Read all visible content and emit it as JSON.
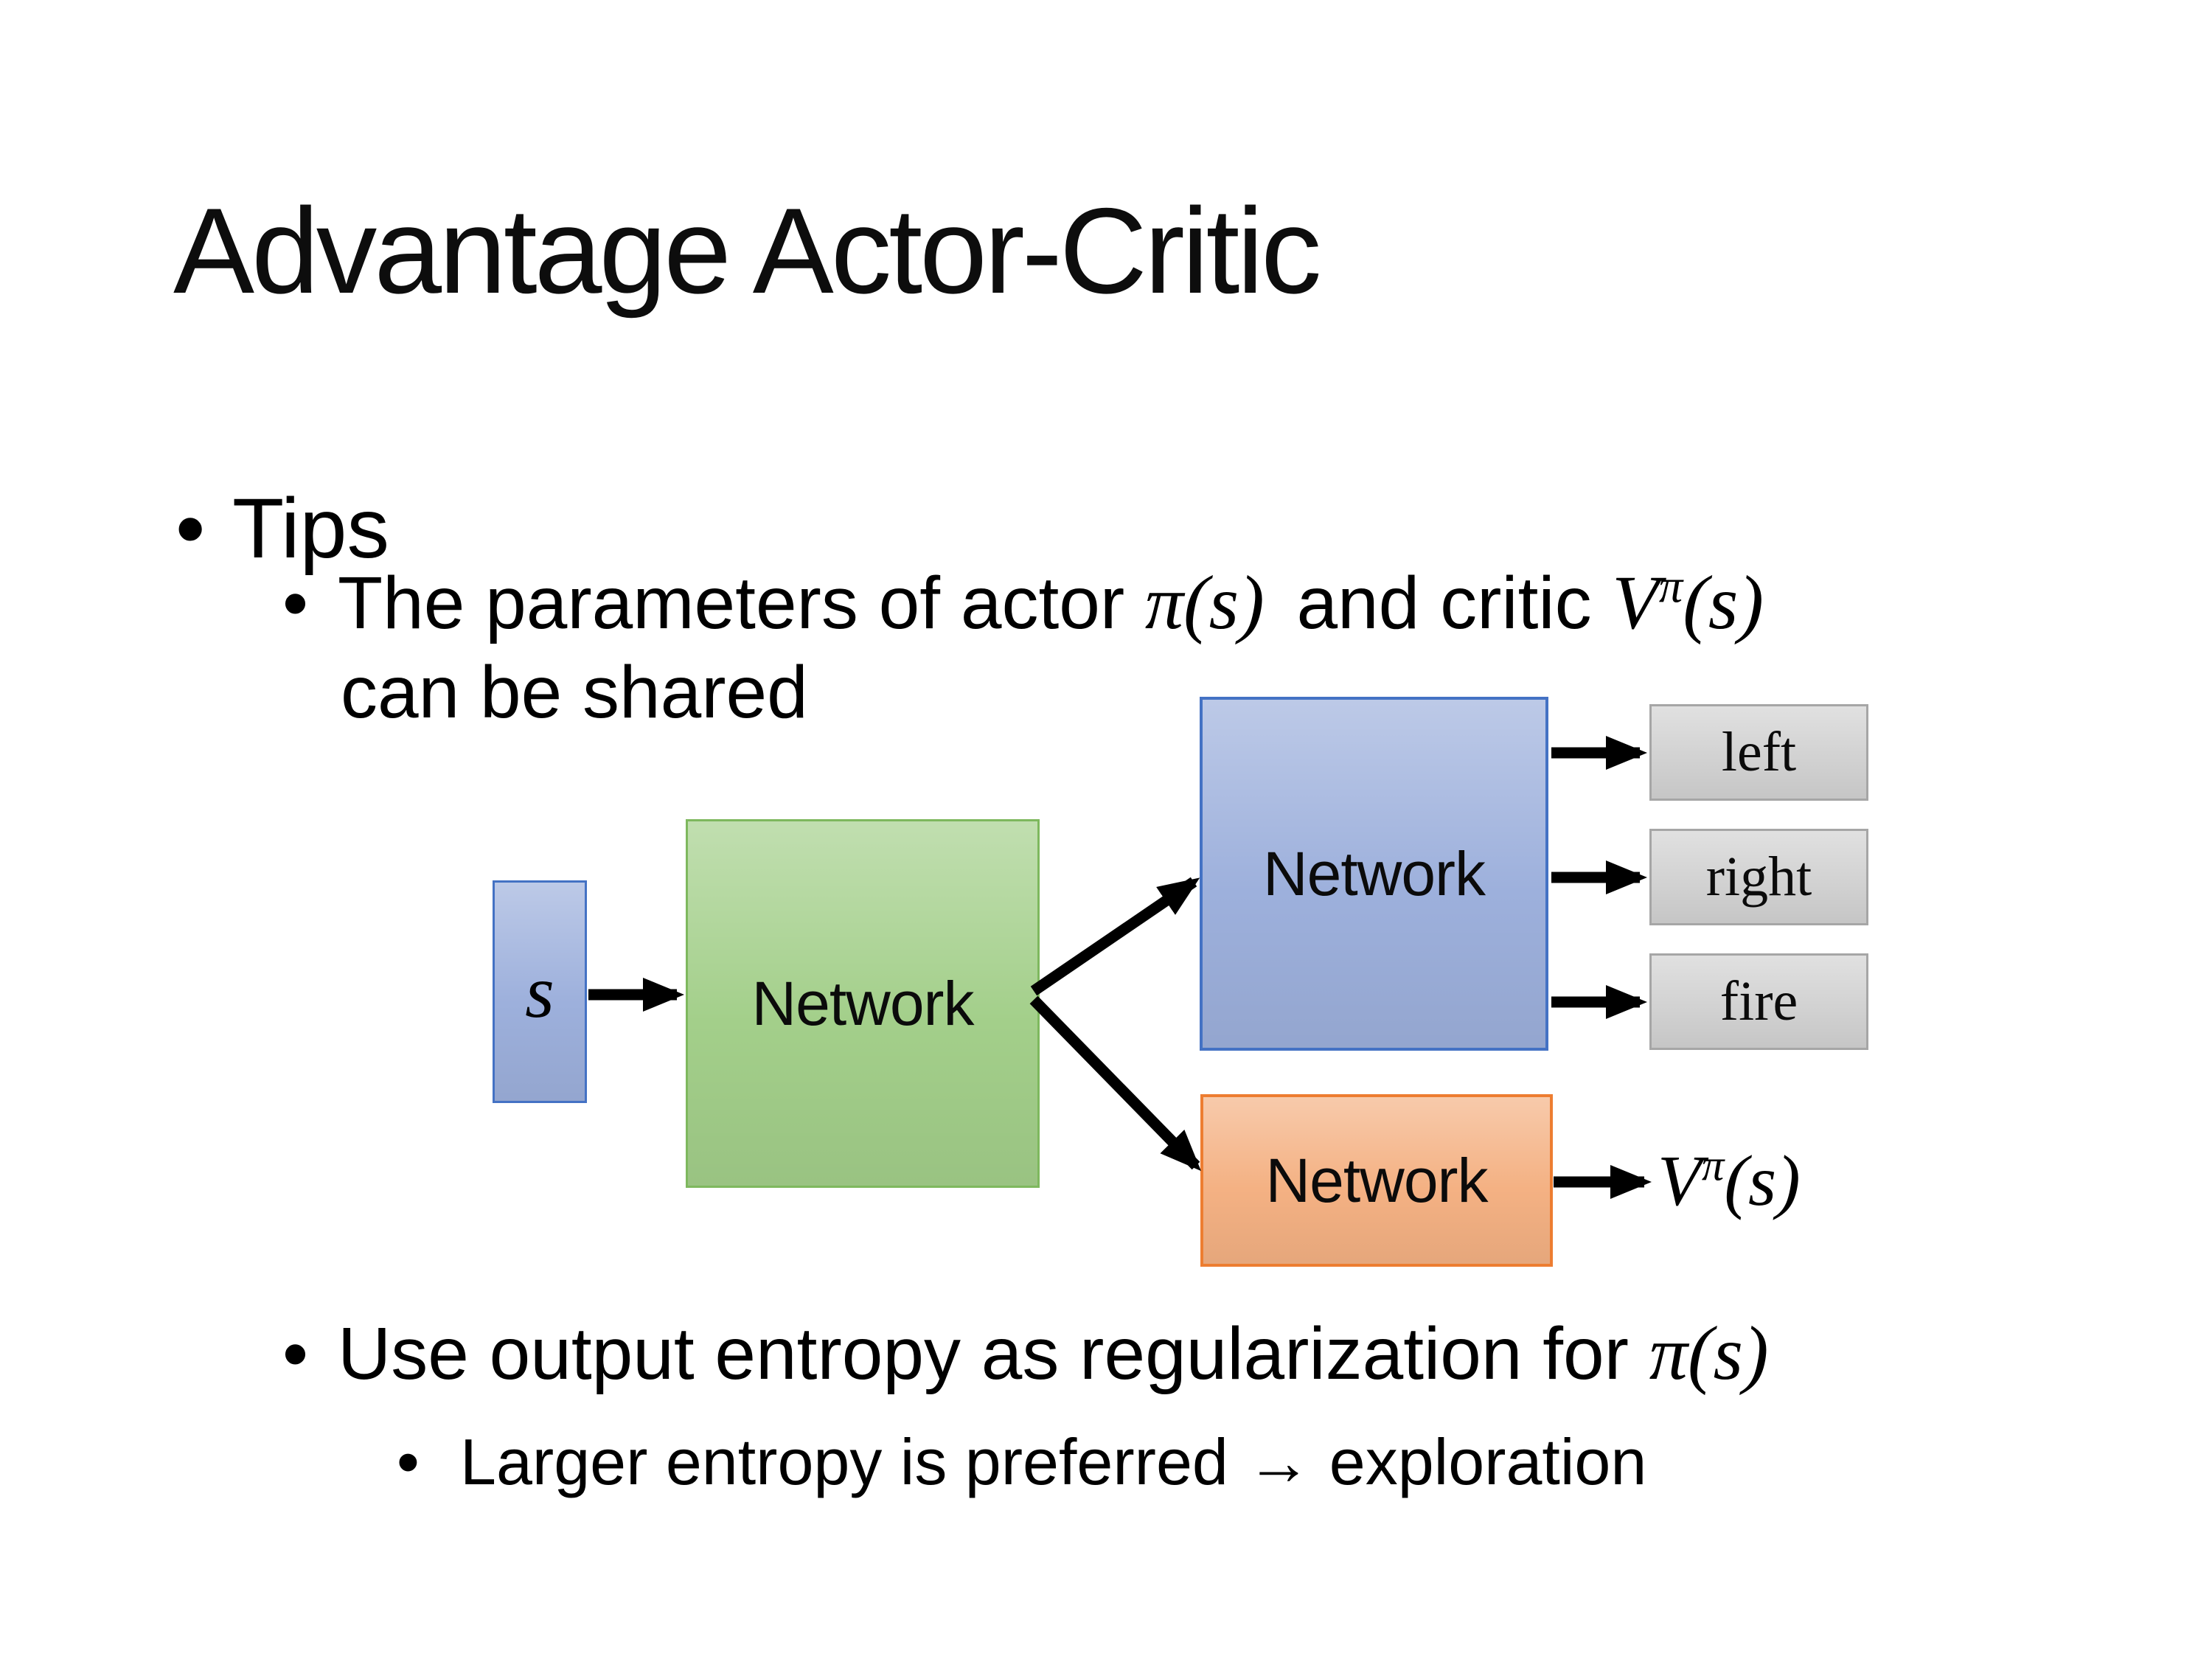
{
  "slide": {
    "title": "Advantage Actor-Critic",
    "bullet_glyph": "•",
    "background": "#ffffff"
  },
  "bullets": {
    "tips_label": "Tips",
    "shared_prefix": "The parameters of actor ",
    "shared_actor_math": "π(s)",
    "shared_middle": "and critic ",
    "shared_critic_v": "V",
    "shared_critic_sup": "π",
    "shared_critic_rest": "(s)",
    "shared_line2": "can be shared",
    "entropy_prefix": "Use output entropy as regularization for ",
    "entropy_math": "π(s)",
    "exploration_text": "Larger entropy is preferred → exploration"
  },
  "diagram": {
    "state_label": "s",
    "shared_network_label": "Network",
    "actor_network_label": "Network",
    "critic_network_label": "Network",
    "action_labels": [
      "left",
      "right",
      "fire"
    ],
    "value_v": "V",
    "value_sup": "π",
    "value_rest": "(s)",
    "colors": {
      "state_fill": "#9db0dc",
      "state_border": "#4472c4",
      "shared_fill": "#a3cf8a",
      "shared_border": "#7eb85e",
      "actor_fill": "#9db0dc",
      "actor_border": "#4472c4",
      "critic_fill": "#f4b183",
      "critic_border": "#ed7d31",
      "action_fill": "#d2d2d2",
      "action_border": "#a6a6a6",
      "arrow": "#000000"
    }
  }
}
